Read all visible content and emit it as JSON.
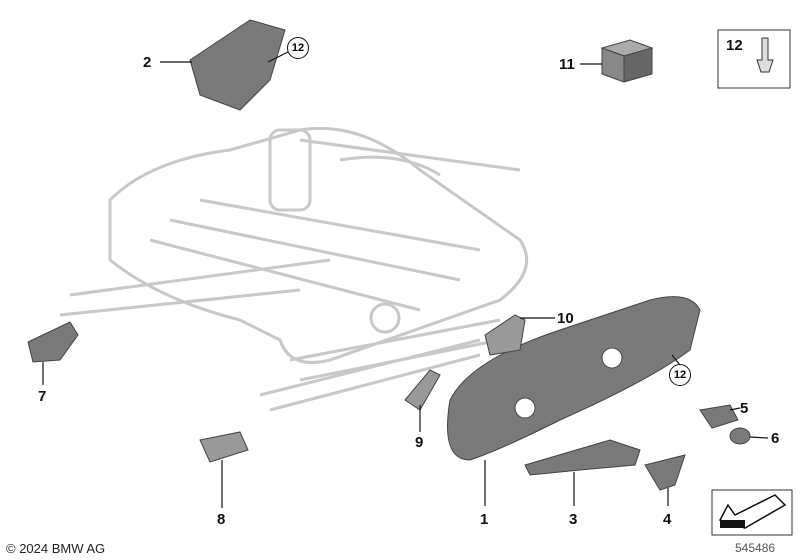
{
  "diagram": {
    "parts": [
      {
        "number": "1"
      },
      {
        "number": "2"
      },
      {
        "number": "3"
      },
      {
        "number": "4"
      },
      {
        "number": "5"
      },
      {
        "number": "6"
      },
      {
        "number": "7"
      },
      {
        "number": "8"
      },
      {
        "number": "9"
      },
      {
        "number": "10"
      },
      {
        "number": "11"
      },
      {
        "number": "12"
      }
    ],
    "ref_circle": "12",
    "legend_box_label": "12"
  },
  "footer": {
    "copyright": "© 2024 BMW AG",
    "image_number": "545486"
  },
  "colors": {
    "part_fill": "#7a7a7a",
    "frame_stroke": "#c8c8c8",
    "text": "#111111"
  }
}
